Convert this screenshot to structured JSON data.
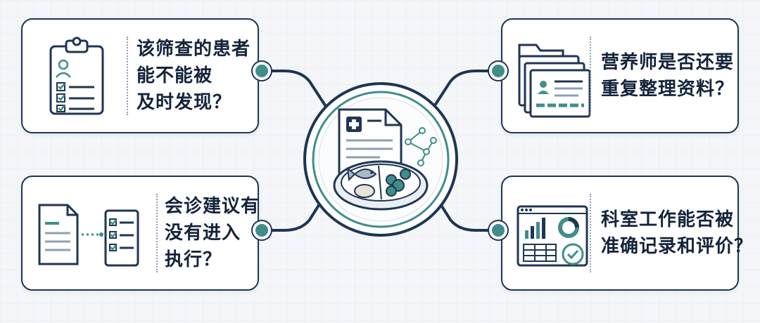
{
  "cards": [
    {
      "id": "top-left",
      "lines": [
        "该筛查的患者",
        "能不能被",
        "及时发现？"
      ],
      "icon": "clipboard-checklist-icon"
    },
    {
      "id": "bottom-left",
      "lines": [
        "会诊建议有",
        "没有进入",
        "执行？"
      ],
      "icon": "document-to-checklist-icon"
    },
    {
      "id": "top-right",
      "lines": [
        "营养师是否还要",
        "重复整理资料？"
      ],
      "icon": "file-folder-stack-icon"
    },
    {
      "id": "bottom-right",
      "lines": [
        "科室工作能否被",
        "准确记录和评价？"
      ],
      "icon": "dashboard-report-icon"
    }
  ],
  "center": {
    "icon": "medical-record-meal-icon"
  },
  "colors": {
    "navy": "#1f3554",
    "teal": "#3f8e8a",
    "background": "#f4f6f9"
  }
}
